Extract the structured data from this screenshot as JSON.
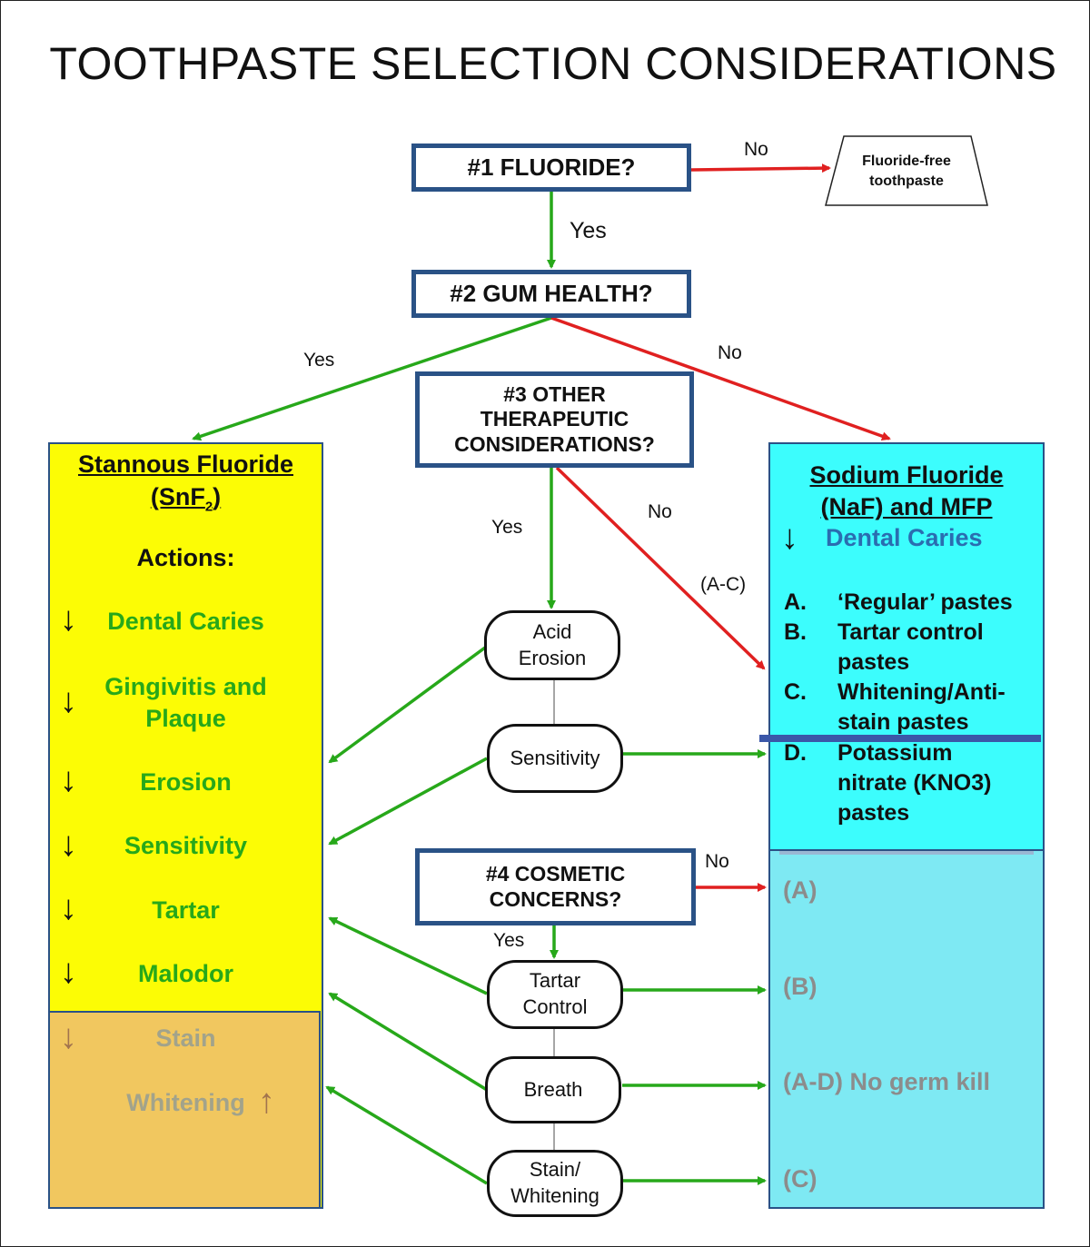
{
  "title": "TOOTHPASTE SELECTION CONSIDERATIONS",
  "q1": {
    "label": "#1 FLUORIDE?"
  },
  "q2": {
    "label": "#2 GUM HEALTH?"
  },
  "q3": {
    "line1": "#3 OTHER",
    "line2": "THERAPEUTIC",
    "line3": "CONSIDERATIONS?"
  },
  "q4": {
    "line1": "#4 COSMETIC",
    "line2": "CONCERNS?"
  },
  "fluoride_free": {
    "line1": "Fluoride-free",
    "line2": "toothpaste"
  },
  "edge_labels": {
    "q1_no": "No",
    "q1_yes": "Yes",
    "q2_yes": "Yes",
    "q2_no": "No",
    "q3_yes": "Yes",
    "q3_no": "No",
    "q3_range": "(A-C)",
    "q4_no": "No",
    "q4_yes": "Yes"
  },
  "pills": {
    "acid_erosion": {
      "line1": "Acid",
      "line2": "Erosion"
    },
    "sensitivity": {
      "line1": "Sensitivity"
    },
    "tartar_control": {
      "line1": "Tartar",
      "line2": "Control"
    },
    "breath": {
      "line1": "Breath"
    },
    "stain_whitening": {
      "line1": "Stain/",
      "line2": "Whitening"
    }
  },
  "stannous": {
    "heading1": "Stannous Fluoride",
    "heading2_main": "(SnF",
    "heading2_sub": "2",
    "heading2_end": ")",
    "actions_label": "Actions:",
    "arrow_down": "↓",
    "arrow_up": "↑",
    "items": [
      {
        "line1": "Dental Caries",
        "line2": ""
      },
      {
        "line1": "Gingivitis and",
        "line2": "Plaque"
      },
      {
        "line1": "Erosion",
        "line2": ""
      },
      {
        "line1": "Sensitivity",
        "line2": ""
      },
      {
        "line1": "Tartar",
        "line2": ""
      },
      {
        "line1": "Malodor",
        "line2": ""
      }
    ],
    "stain": "Stain",
    "whitening": "Whitening"
  },
  "sodium": {
    "heading1": "Sodium Fluoride",
    "heading2": "(NaF) and MFP",
    "caries": "Dental Caries",
    "list": [
      {
        "letter": "A.",
        "text1": "‘Regular’ pastes",
        "text2": ""
      },
      {
        "letter": "B.",
        "text1": "Tartar control",
        "text2": "pastes"
      },
      {
        "letter": "C.",
        "text1": "Whitening/Anti-",
        "text2": "stain pastes"
      },
      {
        "letter": "D.",
        "text1": "Potassium",
        "text2": "nitrate (KNO3)",
        "text3": "pastes"
      }
    ],
    "gray_items": [
      "(A)",
      "(B)",
      "(A-D) No germ kill",
      "(C)"
    ]
  },
  "colors": {
    "box_border": "#2a5286",
    "green_arrow": "#27a81a",
    "red_arrow": "#e02020",
    "stannous_bg": "#fcfc05",
    "stannous_lower_bg": "#f1c75f",
    "sodium_bg": "#3cfdfd",
    "sodium_lower_bg": "#7ee9f3",
    "green_text": "#27a81a"
  }
}
